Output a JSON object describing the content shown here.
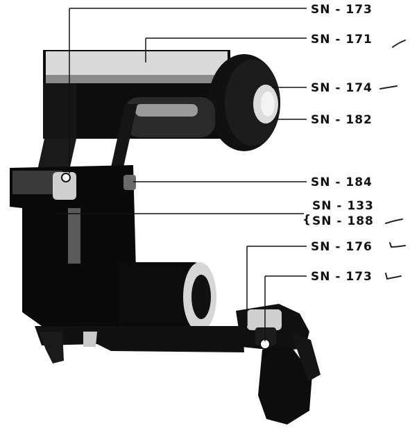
{
  "labels": [
    {
      "id": "sn-173-top",
      "text": "SN - 173"
    },
    {
      "id": "sn-171",
      "text": "SN - 171"
    },
    {
      "id": "sn-174",
      "text": "SN - 174"
    },
    {
      "id": "sn-182",
      "text": "SN - 182"
    },
    {
      "id": "sn-184",
      "text": "SN - 184"
    },
    {
      "id": "sn-133",
      "text": "SN - 133"
    },
    {
      "id": "sn-188",
      "text": "SN - 188"
    },
    {
      "id": "sn-176",
      "text": "SN - 176"
    },
    {
      "id": "sn-173-bottom",
      "text": "SN - 173"
    }
  ],
  "colors": {
    "part_dark": "#0a0a0a",
    "part_mid": "#3a3a3a",
    "part_light": "#cfcfcf",
    "ink": "#111111"
  }
}
